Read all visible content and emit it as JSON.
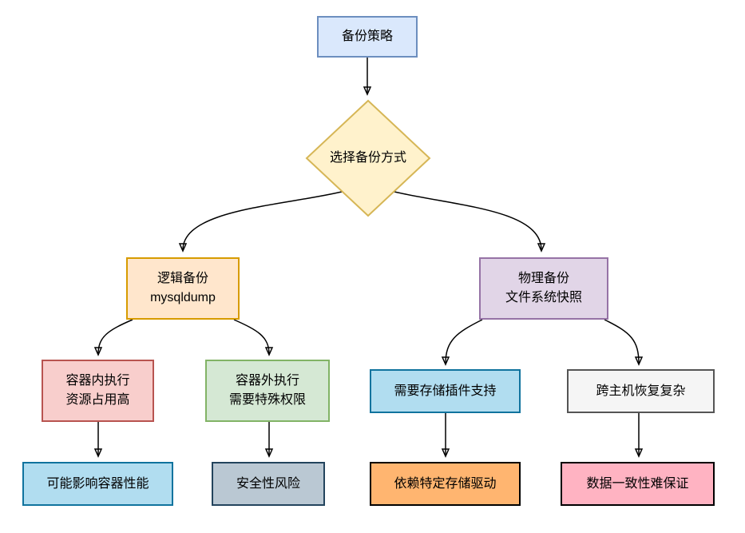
{
  "diagram": {
    "background": "#ffffff",
    "edge_color": "#000000",
    "nodes": {
      "root": {
        "shape": "rect",
        "label": "备份策略",
        "fill": "#dae8fc",
        "stroke": "#6c8ebf"
      },
      "decision": {
        "shape": "diamond",
        "label": "选择备份方式",
        "fill": "#fff2cc",
        "stroke": "#d6b656"
      },
      "logical": {
        "shape": "rect",
        "lines": [
          "逻辑备份",
          "mysqldump"
        ],
        "fill": "#ffe6cc",
        "stroke": "#d79b00"
      },
      "physical": {
        "shape": "rect",
        "lines": [
          "物理备份",
          "文件系统快照"
        ],
        "fill": "#e1d5e7",
        "stroke": "#9673a6"
      },
      "in_container": {
        "shape": "rect",
        "lines": [
          "容器内执行",
          "资源占用高"
        ],
        "fill": "#f8cecc",
        "stroke": "#b85450"
      },
      "out_container": {
        "shape": "rect",
        "lines": [
          "容器外执行",
          "需要特殊权限"
        ],
        "fill": "#d5e8d4",
        "stroke": "#82b366"
      },
      "plugin_support": {
        "shape": "rect",
        "label": "需要存储插件支持",
        "fill": "#b1ddf0",
        "stroke": "#10739e"
      },
      "cross_host": {
        "shape": "rect",
        "label": "跨主机恢复复杂",
        "fill": "#f5f5f5",
        "stroke": "#555555"
      },
      "container_perf": {
        "shape": "rect",
        "label": "可能影响容器性能",
        "fill": "#b1ddf0",
        "stroke": "#10739e"
      },
      "security_risk": {
        "shape": "rect",
        "label": "安全性风险",
        "fill": "#bac8d3",
        "stroke": "#23445d"
      },
      "storage_driver": {
        "shape": "rect",
        "label": "依赖特定存储驱动",
        "fill": "#ffb570",
        "stroke": "#000000"
      },
      "data_consistency": {
        "shape": "rect",
        "label": "数据一致性难保证",
        "fill": "#ffb3c2",
        "stroke": "#000000"
      }
    },
    "edges": [
      {
        "from": "root",
        "to": "decision"
      },
      {
        "from": "decision",
        "to": "logical"
      },
      {
        "from": "decision",
        "to": "physical"
      },
      {
        "from": "logical",
        "to": "in_container"
      },
      {
        "from": "logical",
        "to": "out_container"
      },
      {
        "from": "physical",
        "to": "plugin_support"
      },
      {
        "from": "physical",
        "to": "cross_host"
      },
      {
        "from": "in_container",
        "to": "container_perf"
      },
      {
        "from": "out_container",
        "to": "security_risk"
      },
      {
        "from": "plugin_support",
        "to": "storage_driver"
      },
      {
        "from": "cross_host",
        "to": "data_consistency"
      }
    ]
  }
}
